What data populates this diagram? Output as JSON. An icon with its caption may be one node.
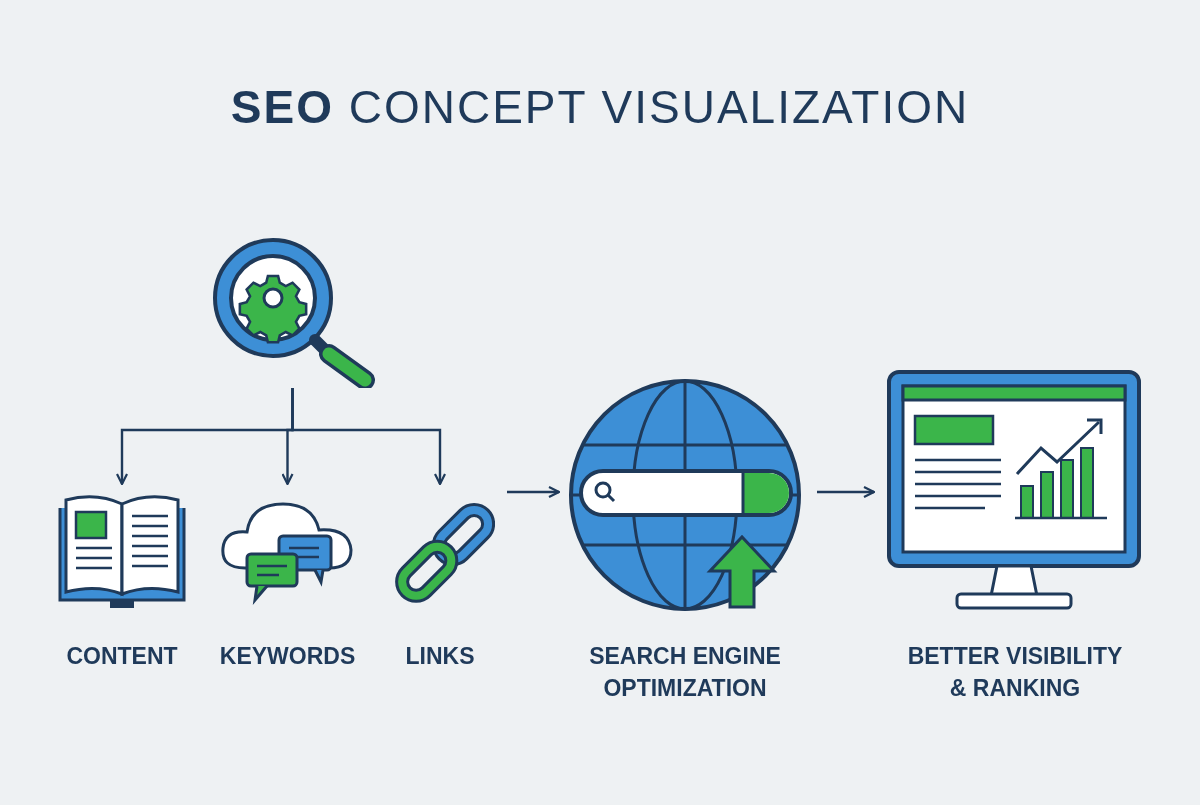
{
  "diagram": {
    "title": "**SEO** CONCEPT VISUALIZATION",
    "nodes": [
      {
        "text": [],
        "shape": "picture"
      },
      {
        "text": [
          "CONTENT"
        ]
      },
      {
        "text": [
          "KEYWORDS"
        ]
      },
      {
        "text": [
          "LINKS"
        ]
      },
      {
        "text": [
          "SEARCH ENGINE OPTIMIZATION"
        ]
      },
      {
        "text": [
          "BETTER VISIBILITY & RANKING"
        ]
      }
    ],
    "edges": [
      {
        "from": 0,
        "to": 1,
        "arrow": "to"
      },
      {
        "from": 0,
        "to": 2,
        "arrow": "to"
      },
      {
        "from": 0,
        "to": 3,
        "arrow": "to"
      },
      {
        "from": 3,
        "to": 4,
        "arrow": "to"
      },
      {
        "from": 4,
        "to": 5,
        "arrow": "to"
      }
    ]
  }
}
